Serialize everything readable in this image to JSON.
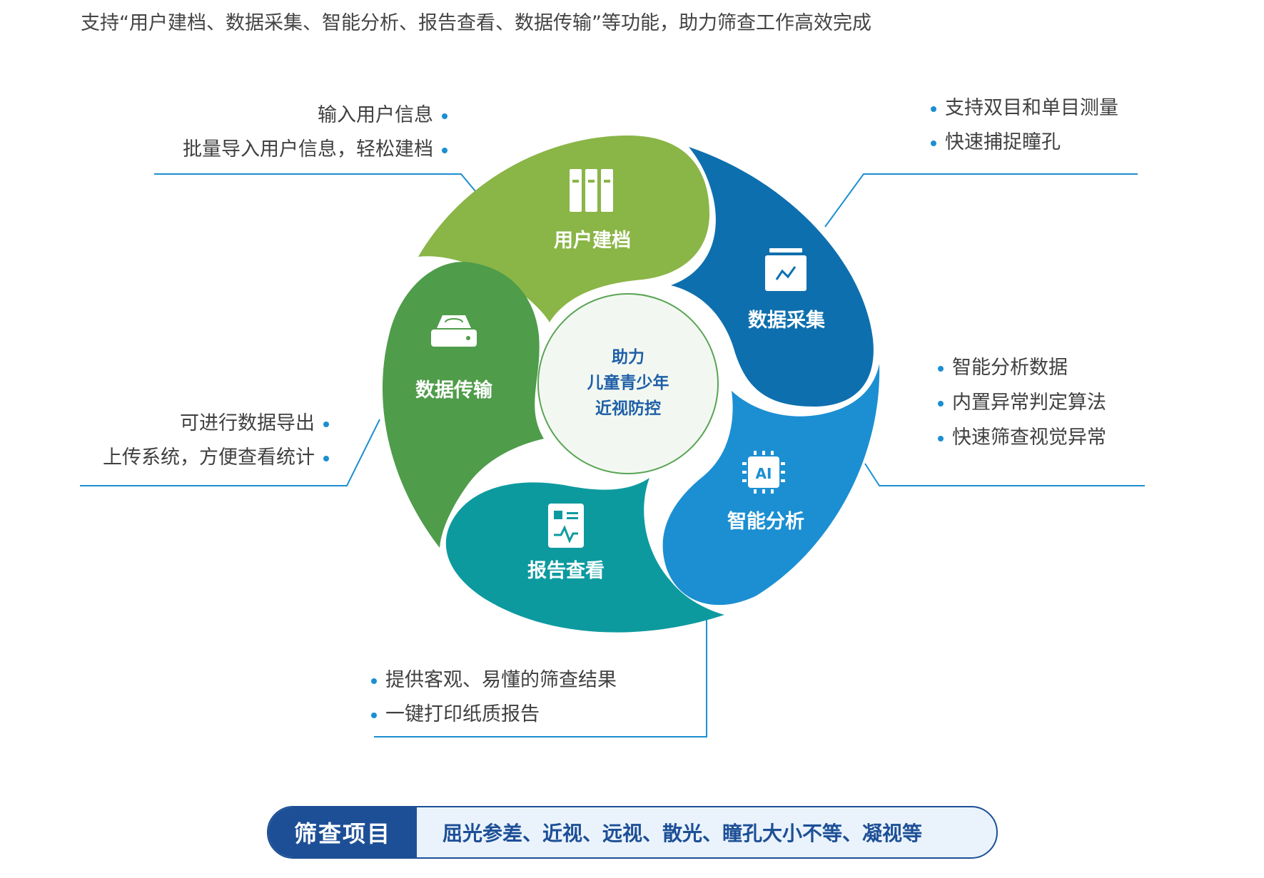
{
  "intro": "支持“用户建档、数据采集、智能分析、报告查看、数据传输”等功能，助力筛查工作高效完成",
  "center": {
    "line1": "助力",
    "line2": "儿童青少年",
    "line3": "近视防控"
  },
  "segments": {
    "profile": {
      "label": "用户建档",
      "color": "#8ab547",
      "icon": "file-cabinet-icon"
    },
    "collect": {
      "label": "数据采集",
      "color": "#0e6fae",
      "icon": "data-collection-icon"
    },
    "analysis": {
      "label": "智能分析",
      "color": "#1b8fd2",
      "icon": "ai-chip-icon"
    },
    "report": {
      "label": "报告查看",
      "color": "#0d9a9f",
      "icon": "report-icon"
    },
    "transfer": {
      "label": "数据传输",
      "color": "#4f9c4a",
      "icon": "hard-drive-sync-icon"
    }
  },
  "features": {
    "profile": [
      "输入用户信息",
      "批量导入用户信息，轻松建档"
    ],
    "collect": [
      "支持双目和单目测量",
      "快速捕捉瞳孔"
    ],
    "analysis": [
      "智能分析数据",
      "内置异常判定算法",
      "快速筛查视觉异常"
    ],
    "report": [
      "提供客观、易懂的筛查结果",
      "一键打印纸质报告"
    ],
    "transfer": [
      "可进行数据导出",
      "上传系统，方便查看统计"
    ]
  },
  "banner": {
    "title": "筛查项目",
    "items": "屈光参差、近视、远视、散光、瞳孔大小不等、凝视等"
  }
}
